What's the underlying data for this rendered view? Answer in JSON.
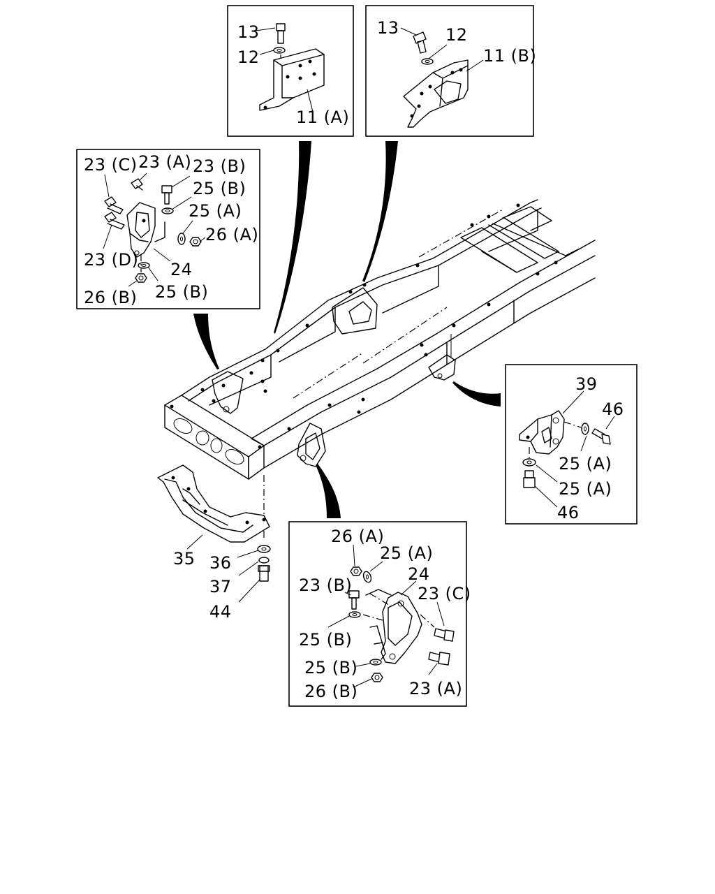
{
  "callouts": {
    "box_11a": {
      "p13": "13",
      "p12": "12",
      "p11a": "11 (A)"
    },
    "box_11b": {
      "p13": "13",
      "p12": "12",
      "p11b": "11 (B)"
    },
    "box_front_mount": {
      "p23c": "23 (C)",
      "p23a": "23 (A)",
      "p23b": "23 (B)",
      "p25b_top": "25 (B)",
      "p25a": "25 (A)",
      "p26a": "26 (A)",
      "p23d": "23 (D)",
      "p24": "24",
      "p26b": "26 (B)",
      "p25b_bottom": "25 (B)"
    },
    "box_bracket_39": {
      "p39": "39",
      "p46_top": "46",
      "p25a_top": "25 (A)",
      "p25a_bottom": "25 (A)",
      "p46_bottom": "46"
    },
    "box_rear_mount": {
      "p26a": "26 (A)",
      "p25a": "25 (A)",
      "p24": "24",
      "p23b": "23 (B)",
      "p23c": "23 (C)",
      "p25b_left": "25 (B)",
      "p25b_mid": "25 (B)",
      "p26b": "26 (B)",
      "p23a": "23 (A)"
    },
    "skid_plate": {
      "p35": "35",
      "p36": "36",
      "p37": "37",
      "p44": "44"
    }
  }
}
